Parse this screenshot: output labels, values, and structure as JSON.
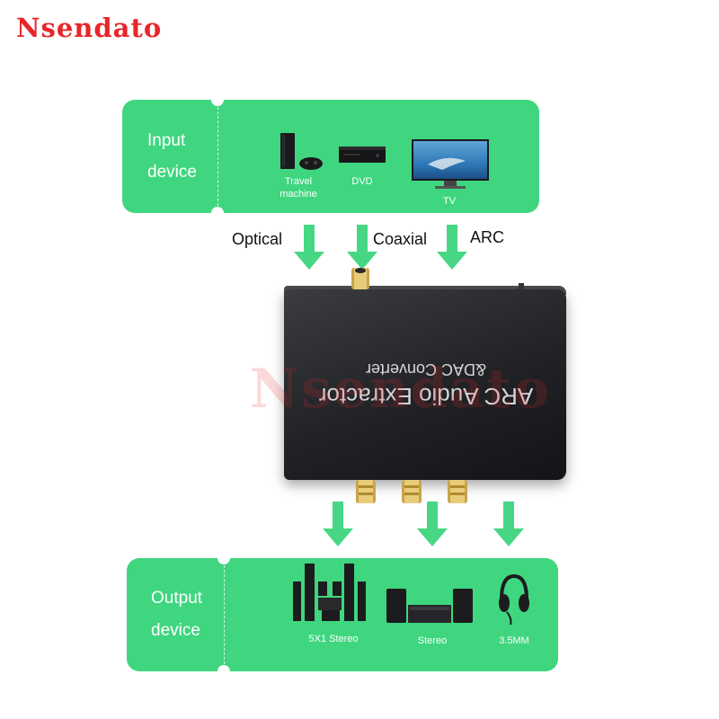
{
  "brand": "Nsendato",
  "watermark": "Nsendato",
  "input_panel": {
    "title_line1": "Input",
    "title_line2": "device",
    "devices": [
      {
        "label_line1": "Travel",
        "label_line2": "machine",
        "icon": "game-console-icon"
      },
      {
        "label_line1": "DVD",
        "label_line2": "",
        "icon": "dvd-player-icon"
      },
      {
        "label_line1": "TV",
        "label_line2": "",
        "icon": "tv-icon"
      }
    ]
  },
  "inputs": {
    "optical": "Optical",
    "coaxial": "Coaxial",
    "arc": "ARC"
  },
  "device": {
    "line1": "ARC Audio Extractor",
    "line2": "&DAC Converter"
  },
  "output_panel": {
    "title_line1": "Output",
    "title_line2": "device",
    "devices": [
      {
        "label": "5X1 Stereo",
        "icon": "home-theater-speakers-icon"
      },
      {
        "label": "Stereo",
        "icon": "stereo-speakers-icon"
      },
      {
        "label": "3.5MM",
        "icon": "headphones-icon"
      }
    ]
  },
  "colors": {
    "panel_green": "#3fd67f",
    "arrow_green": "#47d784",
    "brand_red": "#e8262a"
  }
}
